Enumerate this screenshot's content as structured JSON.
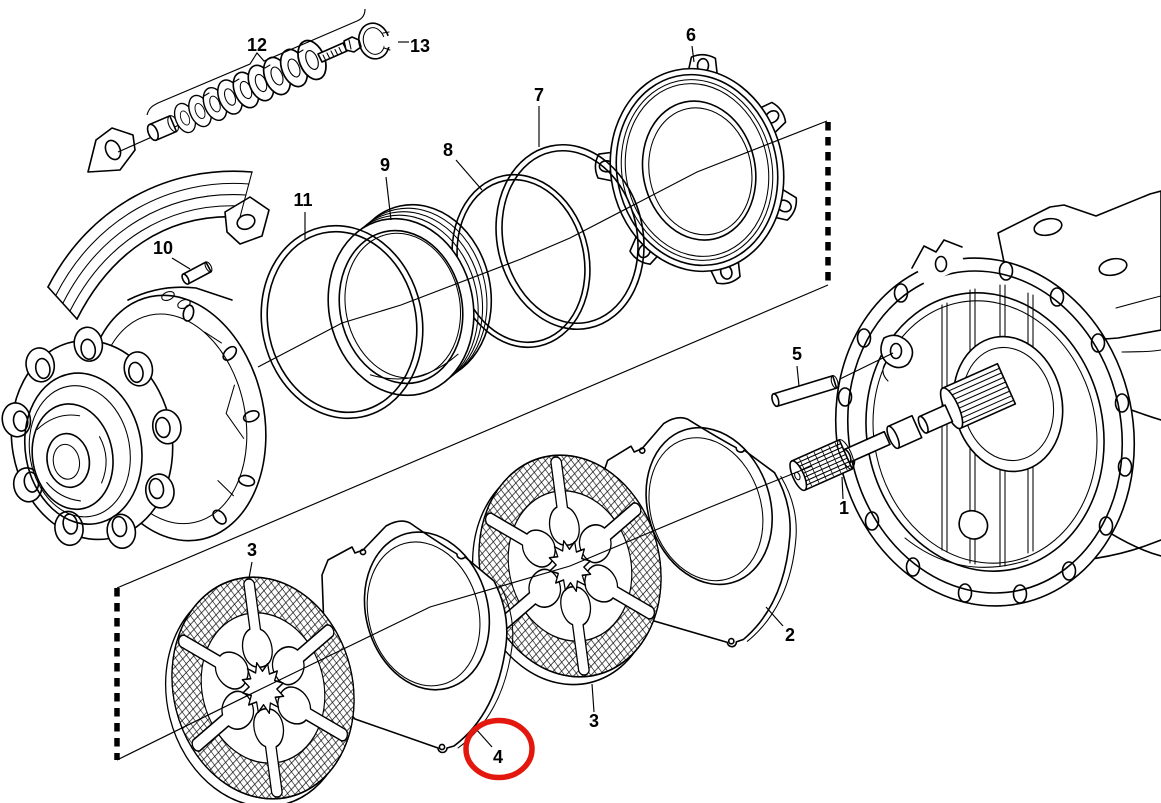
{
  "diagram": {
    "kind": "exploded-parts-diagram",
    "subject": "wheel hub and brake disc assembly",
    "colors": {
      "line": "#000000",
      "background": "#ffffff",
      "highlight": "#e3170d"
    },
    "highlight": {
      "part": "4",
      "shape": "ellipse"
    },
    "callouts": [
      {
        "part": "1"
      },
      {
        "part": "2"
      },
      {
        "part": "3"
      },
      {
        "part": "3"
      },
      {
        "part": "4"
      },
      {
        "part": "5"
      },
      {
        "part": "6"
      },
      {
        "part": "7"
      },
      {
        "part": "8"
      },
      {
        "part": "9"
      },
      {
        "part": "10"
      },
      {
        "part": "11"
      },
      {
        "part": "12"
      },
      {
        "part": "13"
      }
    ]
  }
}
